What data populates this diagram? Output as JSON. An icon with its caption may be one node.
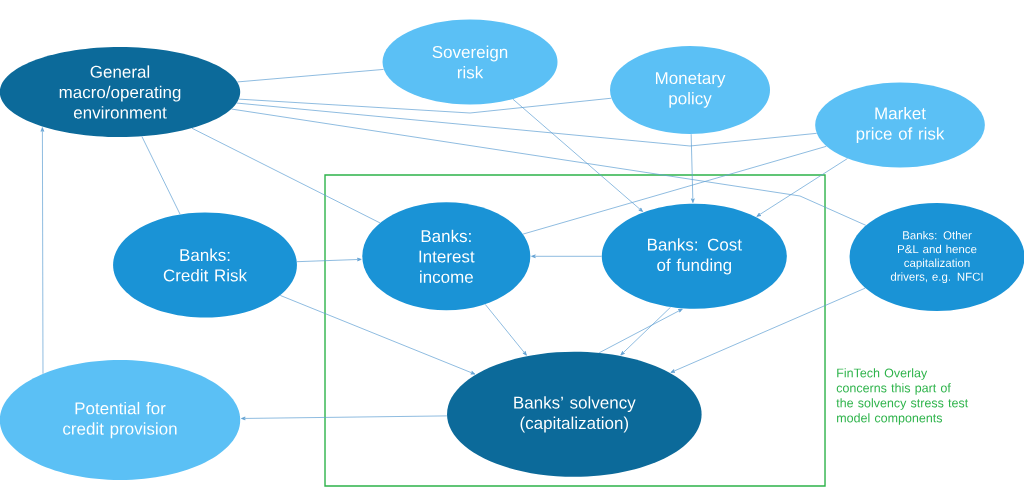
{
  "diagram": {
    "nodes": [
      {
        "text": [
          "General macro/operating environment"
        ]
      },
      {
        "text": [
          "Sovereign risk"
        ]
      },
      {
        "text": [
          "Monetary policy"
        ]
      },
      {
        "text": [
          "Market price of risk"
        ]
      },
      {
        "text": [
          "Banks: Credit Risk"
        ]
      },
      {
        "text": [],
        "shape": "box",
        "beside": [
          "FinTech Overlay concerns this part of the solvency stress test model components"
        ]
      },
      {
        "text": [
          "Banks: Interest income"
        ],
        "in": 5
      },
      {
        "text": [
          "Banks: Cost of funding"
        ],
        "in": 5
      },
      {
        "text": [
          "Banks: Other P&L and hence capitalization drivers, e.g. NFCI"
        ]
      },
      {
        "text": [
          "Potential for credit provision"
        ]
      },
      {
        "text": [
          "Banks’ solvency (capitalization)"
        ],
        "in": 5
      }
    ],
    "edges": [
      {
        "from": 0,
        "to": 1,
        "arrow": "none"
      },
      {
        "from": 0,
        "to": 2,
        "arrow": "none"
      },
      {
        "from": 0,
        "to": 3,
        "arrow": "none"
      },
      {
        "from": 0,
        "to": 4,
        "arrow": "none"
      },
      {
        "from": 0,
        "to": 6,
        "arrow": "none"
      },
      {
        "from": 0,
        "to": 8,
        "arrow": "none"
      },
      {
        "from": 1,
        "to": 7,
        "arrow": "to"
      },
      {
        "from": 2,
        "to": 7,
        "arrow": "to"
      },
      {
        "from": 3,
        "to": 7,
        "arrow": "to"
      },
      {
        "from": 3,
        "to": 6,
        "arrow": "none"
      },
      {
        "from": 4,
        "to": 6,
        "arrow": "to"
      },
      {
        "from": 4,
        "to": 10,
        "arrow": "to"
      },
      {
        "from": 6,
        "to": 10,
        "arrow": "to"
      },
      {
        "from": 7,
        "to": 6,
        "arrow": "to"
      },
      {
        "from": 7,
        "to": 10,
        "arrow": "to"
      },
      {
        "from": 10,
        "to": 7,
        "arrow": "to"
      },
      {
        "from": 8,
        "to": 10,
        "arrow": "to"
      },
      {
        "from": 10,
        "to": 9,
        "arrow": "to"
      },
      {
        "from": 9,
        "to": 0,
        "arrow": "to"
      }
    ]
  }
}
